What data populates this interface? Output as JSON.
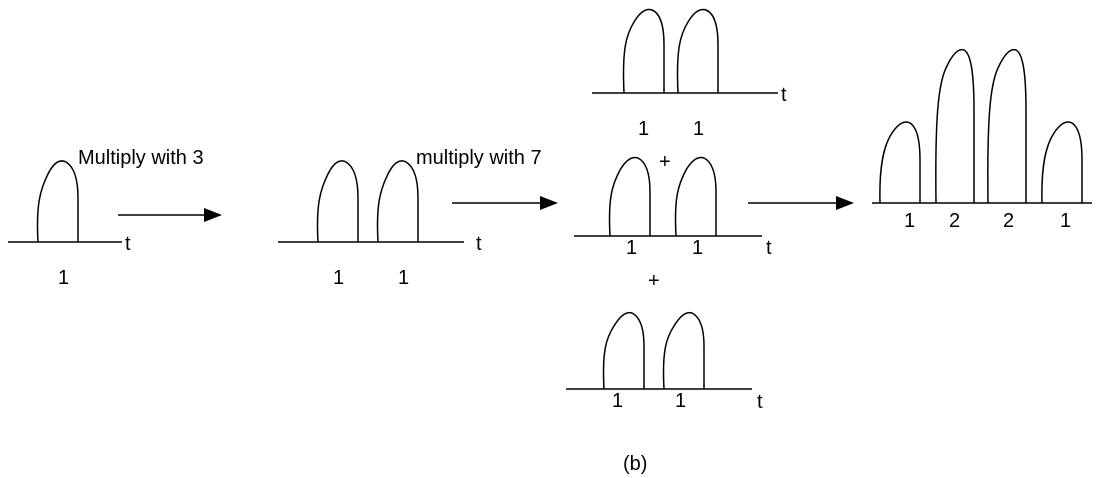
{
  "axis_label": "t",
  "text": {
    "multiply_3": "Multiply with 3",
    "multiply_7": "multiply with 7",
    "plus": "+",
    "caption": "(b)"
  },
  "stage1": {
    "labels": [
      "1"
    ]
  },
  "stage2": {
    "labels": [
      "1",
      "1"
    ]
  },
  "stage3_top": {
    "labels": [
      "1",
      "1"
    ]
  },
  "stage3_mid": {
    "labels": [
      "1",
      "1"
    ]
  },
  "stage3_bottom": {
    "labels": [
      "1",
      "1"
    ]
  },
  "result": {
    "labels": [
      "1",
      "2",
      "2",
      "1"
    ]
  }
}
